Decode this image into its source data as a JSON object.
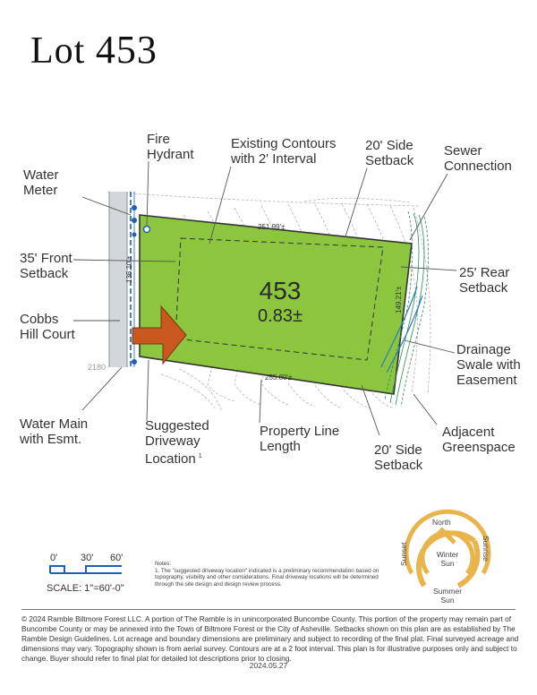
{
  "title": {
    "prefix": "Lot",
    "number": "453"
  },
  "lot": {
    "number": "453",
    "acreage": "0.83±"
  },
  "dimensions": {
    "top": "251.99'±",
    "bottom": "255.80'±",
    "left": "136.10'±",
    "right": "149.21'±"
  },
  "contour_label": "2180",
  "labels": {
    "fire_hydrant": [
      "Fire",
      "Hydrant"
    ],
    "existing_contours": [
      "Existing Contours",
      "with 2' Interval"
    ],
    "side_setback_top": [
      "20' Side",
      "Setback"
    ],
    "sewer_connection": [
      "Sewer",
      "Connection"
    ],
    "water_meter": [
      "Water",
      "Meter"
    ],
    "front_setback": [
      "35' Front",
      "Setback"
    ],
    "rear_setback": [
      "25' Rear",
      "Setback"
    ],
    "cobbs_hill": [
      "Cobbs",
      "Hill Court"
    ],
    "drainage_swale": [
      "Drainage",
      "Swale with",
      "Easement"
    ],
    "adjacent_greenspace": [
      "Adjacent",
      "Greenspace"
    ],
    "water_main": [
      "Water Main",
      "with Esmt."
    ],
    "suggested_driveway": [
      "Suggested",
      "Driveway",
      "Location"
    ],
    "driveway_sup": "1",
    "property_line": [
      "Property Line",
      "Length"
    ],
    "side_setback_bottom": [
      "20' Side",
      "Setback"
    ]
  },
  "scale": {
    "ticks": [
      "0'",
      "30'",
      "60'"
    ],
    "text": "SCALE: 1\"=60'-0\""
  },
  "notes": {
    "heading": "Notes:",
    "body": "1. The \"suggested driveway location\" indicated is a preliminary recommendation based on topography, visibility and other considerations. Final driveway locations will be determined through the site design and design review process."
  },
  "compass": {
    "north": "North",
    "sunset": "Sunset",
    "sunrise": "Sunrise",
    "winter_sun": [
      "Winter",
      "Sun"
    ],
    "summer_sun": [
      "Summer",
      "Sun"
    ]
  },
  "disclaimer": "© 2024 Ramble Biltmore Forest LLC. A portion of The Ramble is in unincorporated Buncombe County. This portion of the property may remain part of Buncombe County or may be annexed into the Town of Biltmore Forest or the City of Asheville. Setbacks shown on this plan are as established by The Ramble Design Guidelines. Lot acreage and boundary dimensions are preliminary and subject to recording of the final plat. Final surveyed acreage and dimensions may vary. Topography shown is from aerial survey. Contours are at a 2 foot interval. This plan is for illustrative purposes only and subject to change. Buyer should refer to final plat for detailed lot descriptions prior to closing.",
  "date": "2024.05.27",
  "colors": {
    "lot_fill": "#8cc63f",
    "driveway": "#c8581e",
    "road": "#d4d7da",
    "water": "#1f5fb4",
    "sewer": "#2e8b57",
    "compass": "#e9b44c"
  }
}
